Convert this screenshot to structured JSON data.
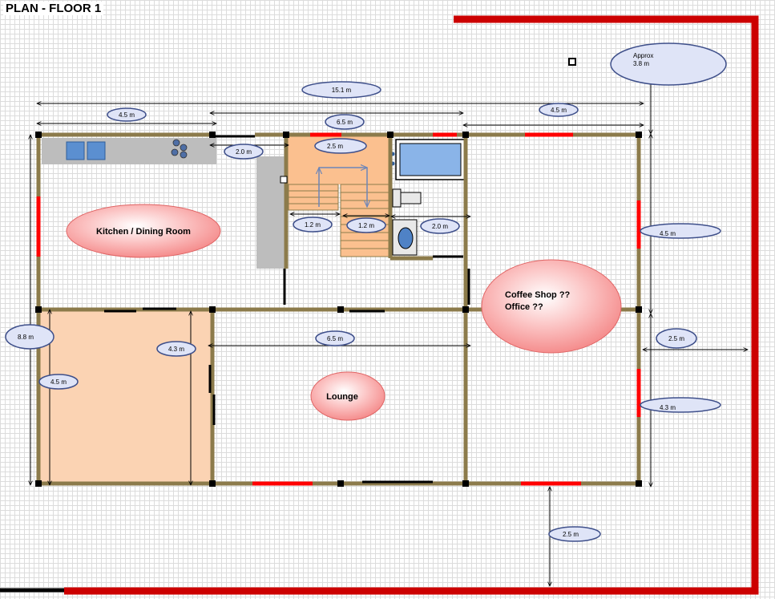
{
  "title": "PLAN - FLOOR 1",
  "rooms": {
    "kitchen": "Kitchen / Dining Room",
    "coffee_line1": "Coffee Shop ??",
    "coffee_line2": "Office ??",
    "lounge": "Lounge"
  },
  "dimensions": {
    "approx_line1": "Approx",
    "approx_line2": "3.8 m",
    "total_width": "15.1 m",
    "top_left": "4.5 m",
    "top_right": "4.5 m",
    "top_middle": "6.5 m",
    "stair_width": "2.5 m",
    "corridor": "2.0 m",
    "stair_a": "1.2 m",
    "stair_b": "1.2 m",
    "bath": "2.0 m",
    "right_upper": "4.5 m",
    "total_height": "8.8 m",
    "left_room_height": "4.3 m",
    "left_room_width": "4.5 m",
    "lounge_width": "6.5 m",
    "side_gap": "2.5 m",
    "right_lower": "4.3 m",
    "bottom_gap": "2.5 m"
  },
  "colors": {
    "wall": "#8c7b4b",
    "window": "#ff0000",
    "boundary": "#cc0000",
    "pillar": "#000000",
    "room_fill": "#fbd3b3",
    "stair_fill": "#fbc08f",
    "counter": "#bdbdbd",
    "label_fill": "#dfe4f7",
    "label_stroke": "#3e4f8a"
  }
}
